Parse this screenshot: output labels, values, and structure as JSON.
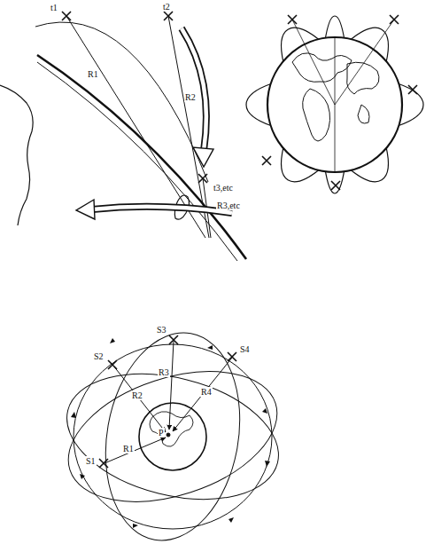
{
  "diagram": {
    "labels": [
      "t1",
      "t2",
      "t3,etc",
      "R1",
      "R2",
      "R3,etc",
      "S1",
      "S2",
      "S3",
      "S4",
      "R1",
      "R2",
      "R3",
      "R4",
      "P"
    ]
  }
}
